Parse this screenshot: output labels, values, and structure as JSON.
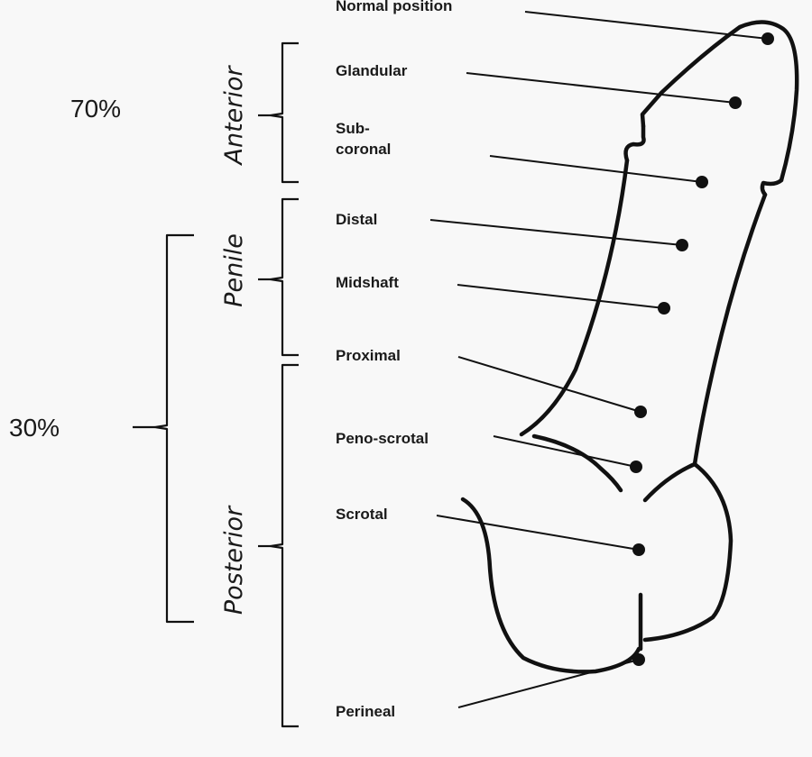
{
  "percentages": {
    "anterior": "70%",
    "posterior": "30%"
  },
  "groups": {
    "anterior": "Anterior",
    "penile": "Penile",
    "posterior": "Posterior"
  },
  "positions": {
    "normal": "Normal position",
    "glandular": "Glandular",
    "subcoronal_line1": "Sub-",
    "subcoronal_line2": "coronal",
    "distal": "Distal",
    "midshaft": "Midshaft",
    "proximal": "Proximal",
    "penoscrotal": "Peno-scrotal",
    "scrotal": "Scrotal",
    "perineal": "Perineal"
  }
}
